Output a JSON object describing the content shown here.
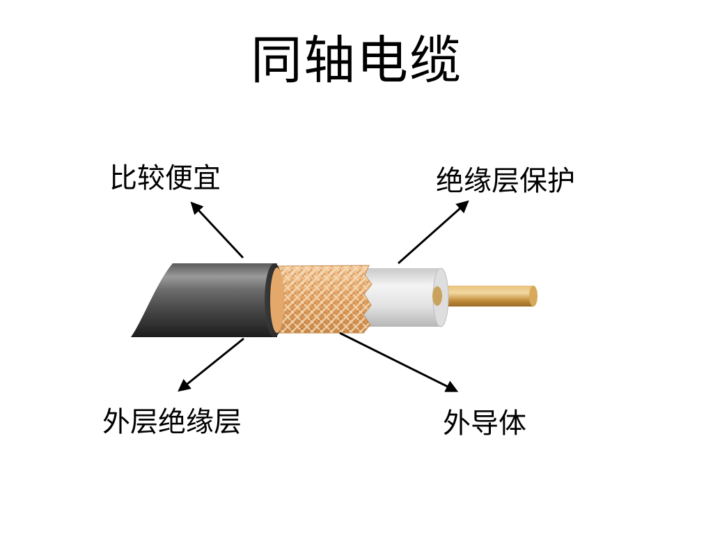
{
  "title": "同轴电缆",
  "labels": {
    "cheap": "比较便宜",
    "insulation_protection": "绝缘层保护",
    "outer_insulation": "外层绝缘层",
    "outer_conductor": "外导体"
  },
  "colors": {
    "jacket": "#4a4a4a",
    "braid": "#e3a669",
    "dielectric": "#e6e6e6",
    "core": "#c98f3c",
    "arrow": "#000000"
  }
}
